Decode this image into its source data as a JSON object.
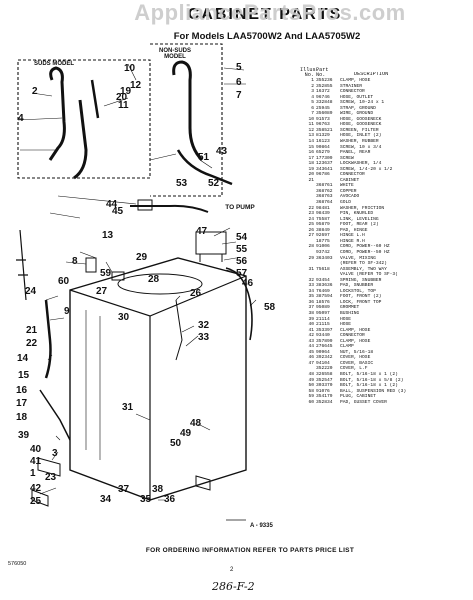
{
  "header": {
    "watermark": "AppliancePartsPros.com",
    "title": "CABINET PARTS",
    "subtitle": "For Models LAA5700W2 And LAA5705W2"
  },
  "diagram": {
    "suds_label": "SUDS MODEL",
    "non_suds_label": "NON-SUDS\nMODEL",
    "to_pump": "TO PUMP",
    "figure_ref": "A - 9335",
    "callouts": [
      "1",
      "2",
      "3",
      "4",
      "5",
      "6",
      "7",
      "8",
      "9",
      "10",
      "11",
      "12",
      "13",
      "14",
      "15",
      "16",
      "17",
      "18",
      "19",
      "20",
      "21",
      "22",
      "23",
      "24",
      "25",
      "26",
      "27",
      "28",
      "29",
      "30",
      "31",
      "32",
      "33",
      "34",
      "35",
      "36",
      "37",
      "38",
      "39",
      "40",
      "41",
      "42",
      "43",
      "44",
      "45",
      "46",
      "47",
      "48",
      "49",
      "50",
      "51",
      "52",
      "53",
      "54",
      "55",
      "56",
      "57",
      "58",
      "59",
      "60"
    ]
  },
  "parts_list": {
    "col_illus": "Illus.\nNo.",
    "col_part": "Part\nNo.",
    "col_desc": "DESCRIPTION",
    "rows": [
      [
        "1",
        "355236",
        "CLAMP, HOSE"
      ],
      [
        "2",
        "352855",
        "STRAINER"
      ],
      [
        "3",
        "16372",
        "CONNECTOR"
      ],
      [
        "4",
        "96746",
        "HOSE, OUTLET"
      ],
      [
        "5",
        "332848",
        "SCREW, 10-24 x 1"
      ],
      [
        "6",
        "25945",
        "STRAP, GROUND"
      ],
      [
        "7",
        "356089",
        "WIRE, GROUND"
      ],
      [
        "10",
        "91573",
        "HOSE, GOOSENECK"
      ],
      [
        "11",
        "96763",
        "HOSE, GOOSENECK"
      ],
      [
        "12",
        "358521",
        "SCREEN, FILTER"
      ],
      [
        "13",
        "81329",
        "HOSE, INLET (2)"
      ],
      [
        "14",
        "16123",
        "WASHER, RUBBER"
      ],
      [
        "15",
        "90864",
        "SCREW, 10 x 3/4"
      ],
      [
        "16",
        "65279",
        "PANEL, REAR"
      ],
      [
        "17",
        "177309",
        "SCREW"
      ],
      [
        "18",
        "123637",
        "LOCKWASHER, 1/4"
      ],
      [
        "19",
        "343641",
        "SCREW, 1/4-20 x 1/2"
      ],
      [
        "20",
        "96786",
        "CONNECTOR"
      ],
      [
        "21",
        "",
        "CABINET"
      ],
      [
        "",
        "368761",
        "WHITE"
      ],
      [
        "",
        "368762",
        "COPPER"
      ],
      [
        "",
        "368763",
        "AVOCADO"
      ],
      [
        "",
        "368764",
        "GOLD"
      ],
      [
        "22",
        "98481",
        "WASHER, FRICTION"
      ],
      [
        "23",
        "98439",
        "PIN, KNURLED"
      ],
      [
        "24",
        "75587",
        "LINK, LEVELING"
      ],
      [
        "25",
        "95879",
        "FOOT, REAR (2)"
      ],
      [
        "26",
        "38849",
        "PAD, HINGE"
      ],
      [
        "27",
        "92697",
        "HINGE L.H"
      ],
      [
        "",
        "18775",
        "HINGE R.H"
      ],
      [
        "28",
        "91006",
        "CORD, POWER--60 HZ"
      ],
      [
        "",
        "93742",
        "CORD, POWER--50 HZ"
      ],
      [
        "29",
        "363403",
        "VALVE, MIXING"
      ],
      [
        "",
        "",
        "(REFER TO SF-342)"
      ],
      [
        "31",
        "75618",
        "ASSEMBLY, TWO WAY"
      ],
      [
        "",
        "",
        "VALVE (REFER TO SF-3("
      ],
      [
        "32",
        "93454",
        "SPRING, SNUBBER"
      ],
      [
        "33",
        "383636",
        "PAD, SNUBBER"
      ],
      [
        "34",
        "76469",
        "LOCKSTOL, TOP"
      ],
      [
        "35",
        "387594",
        "FOOT, FRONT (2)"
      ],
      [
        "36",
        "18576",
        "LOCK, FRONT TOP"
      ],
      [
        "37",
        "95089",
        "GROMMET"
      ],
      [
        "38",
        "95097",
        "BUSHING"
      ],
      [
        "39",
        "21114",
        "HOSE"
      ],
      [
        "40",
        "21115",
        "HOSE"
      ],
      [
        "41",
        "353397",
        "CLAMP, HOSE"
      ],
      [
        "42",
        "93440",
        "CONNECTOR"
      ],
      [
        "43",
        "357899",
        "CLAMP, HOSE"
      ],
      [
        "44",
        "276645",
        "CLAMP"
      ],
      [
        "45",
        "90964",
        "NUT, 5/16-18"
      ],
      [
        "46",
        "392342",
        "COVER, HOSE"
      ],
      [
        "47",
        "94104",
        "COVER, BASIC"
      ],
      [
        "",
        "352220",
        "COVER, L.F"
      ],
      [
        "48",
        "326558",
        "BOLT, 5/16-18 x 1 (2)"
      ],
      [
        "49",
        "352547",
        "BOLT, 5/16-18 x 5/8 (2)"
      ],
      [
        "50",
        "303370",
        "BOLT, 5/16-18 x 1 (2)"
      ],
      [
        "58",
        "91076",
        "BALL, SUSPENSION RED (3)"
      ],
      [
        "59",
        "354179",
        "PLUG, CABINET"
      ],
      [
        "60",
        "352834",
        "PAD, GUSSET COVER"
      ]
    ]
  },
  "footer": {
    "note": "FOR ORDERING INFORMATION REFER TO PARTS PRICE LIST",
    "doc_number": "576050",
    "page_number": "2",
    "handwritten": "286-F-2"
  }
}
